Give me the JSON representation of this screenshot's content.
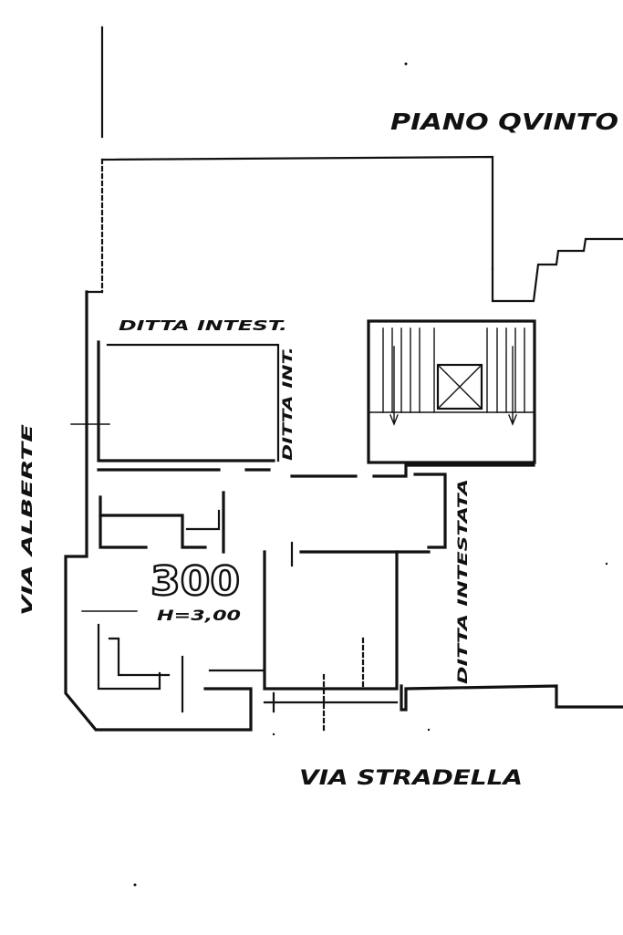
{
  "labels": {
    "floor": "PIANO QVINTO",
    "street_bottom": "VIA STRADELLA",
    "street_left": "VIA ALBERTE",
    "adj_top": "DITTA INTEST.",
    "adj_inner": "DITTA INT.",
    "adj_right": "DITTA INTESTATA",
    "unit_number": "300",
    "height": "H=3,00"
  }
}
